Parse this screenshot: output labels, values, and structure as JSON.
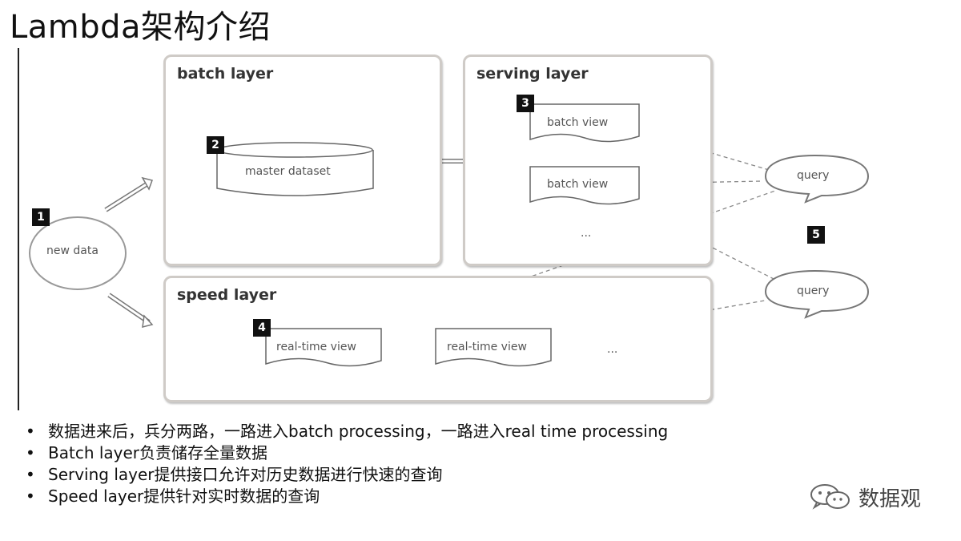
{
  "title": "Lambda架构介绍",
  "diagram": {
    "new_data": {
      "tag": "1",
      "label": "new data"
    },
    "batch_layer": {
      "title": "batch layer",
      "tag": "2",
      "dataset_label": "master dataset"
    },
    "serving_layer": {
      "title": "serving layer",
      "tag": "3",
      "view1": "batch view",
      "view2": "batch view",
      "ellipsis": "..."
    },
    "speed_layer": {
      "title": "speed layer",
      "tag": "4",
      "view1": "real-time view",
      "view2": "real-time view",
      "ellipsis": "..."
    },
    "query1": "query",
    "query2": "query",
    "query_tag": "5"
  },
  "bullets": [
    "数据进来后，兵分两路，一路进入batch processing，一路进入real time processing",
    "Batch layer负责储存全量数据",
    "Serving layer提供接口允许对历史数据进行快速的查询",
    "Speed layer提供针对实时数据的查询"
  ],
  "brand": {
    "name": "数据观",
    "icon": "wechat-icon"
  }
}
